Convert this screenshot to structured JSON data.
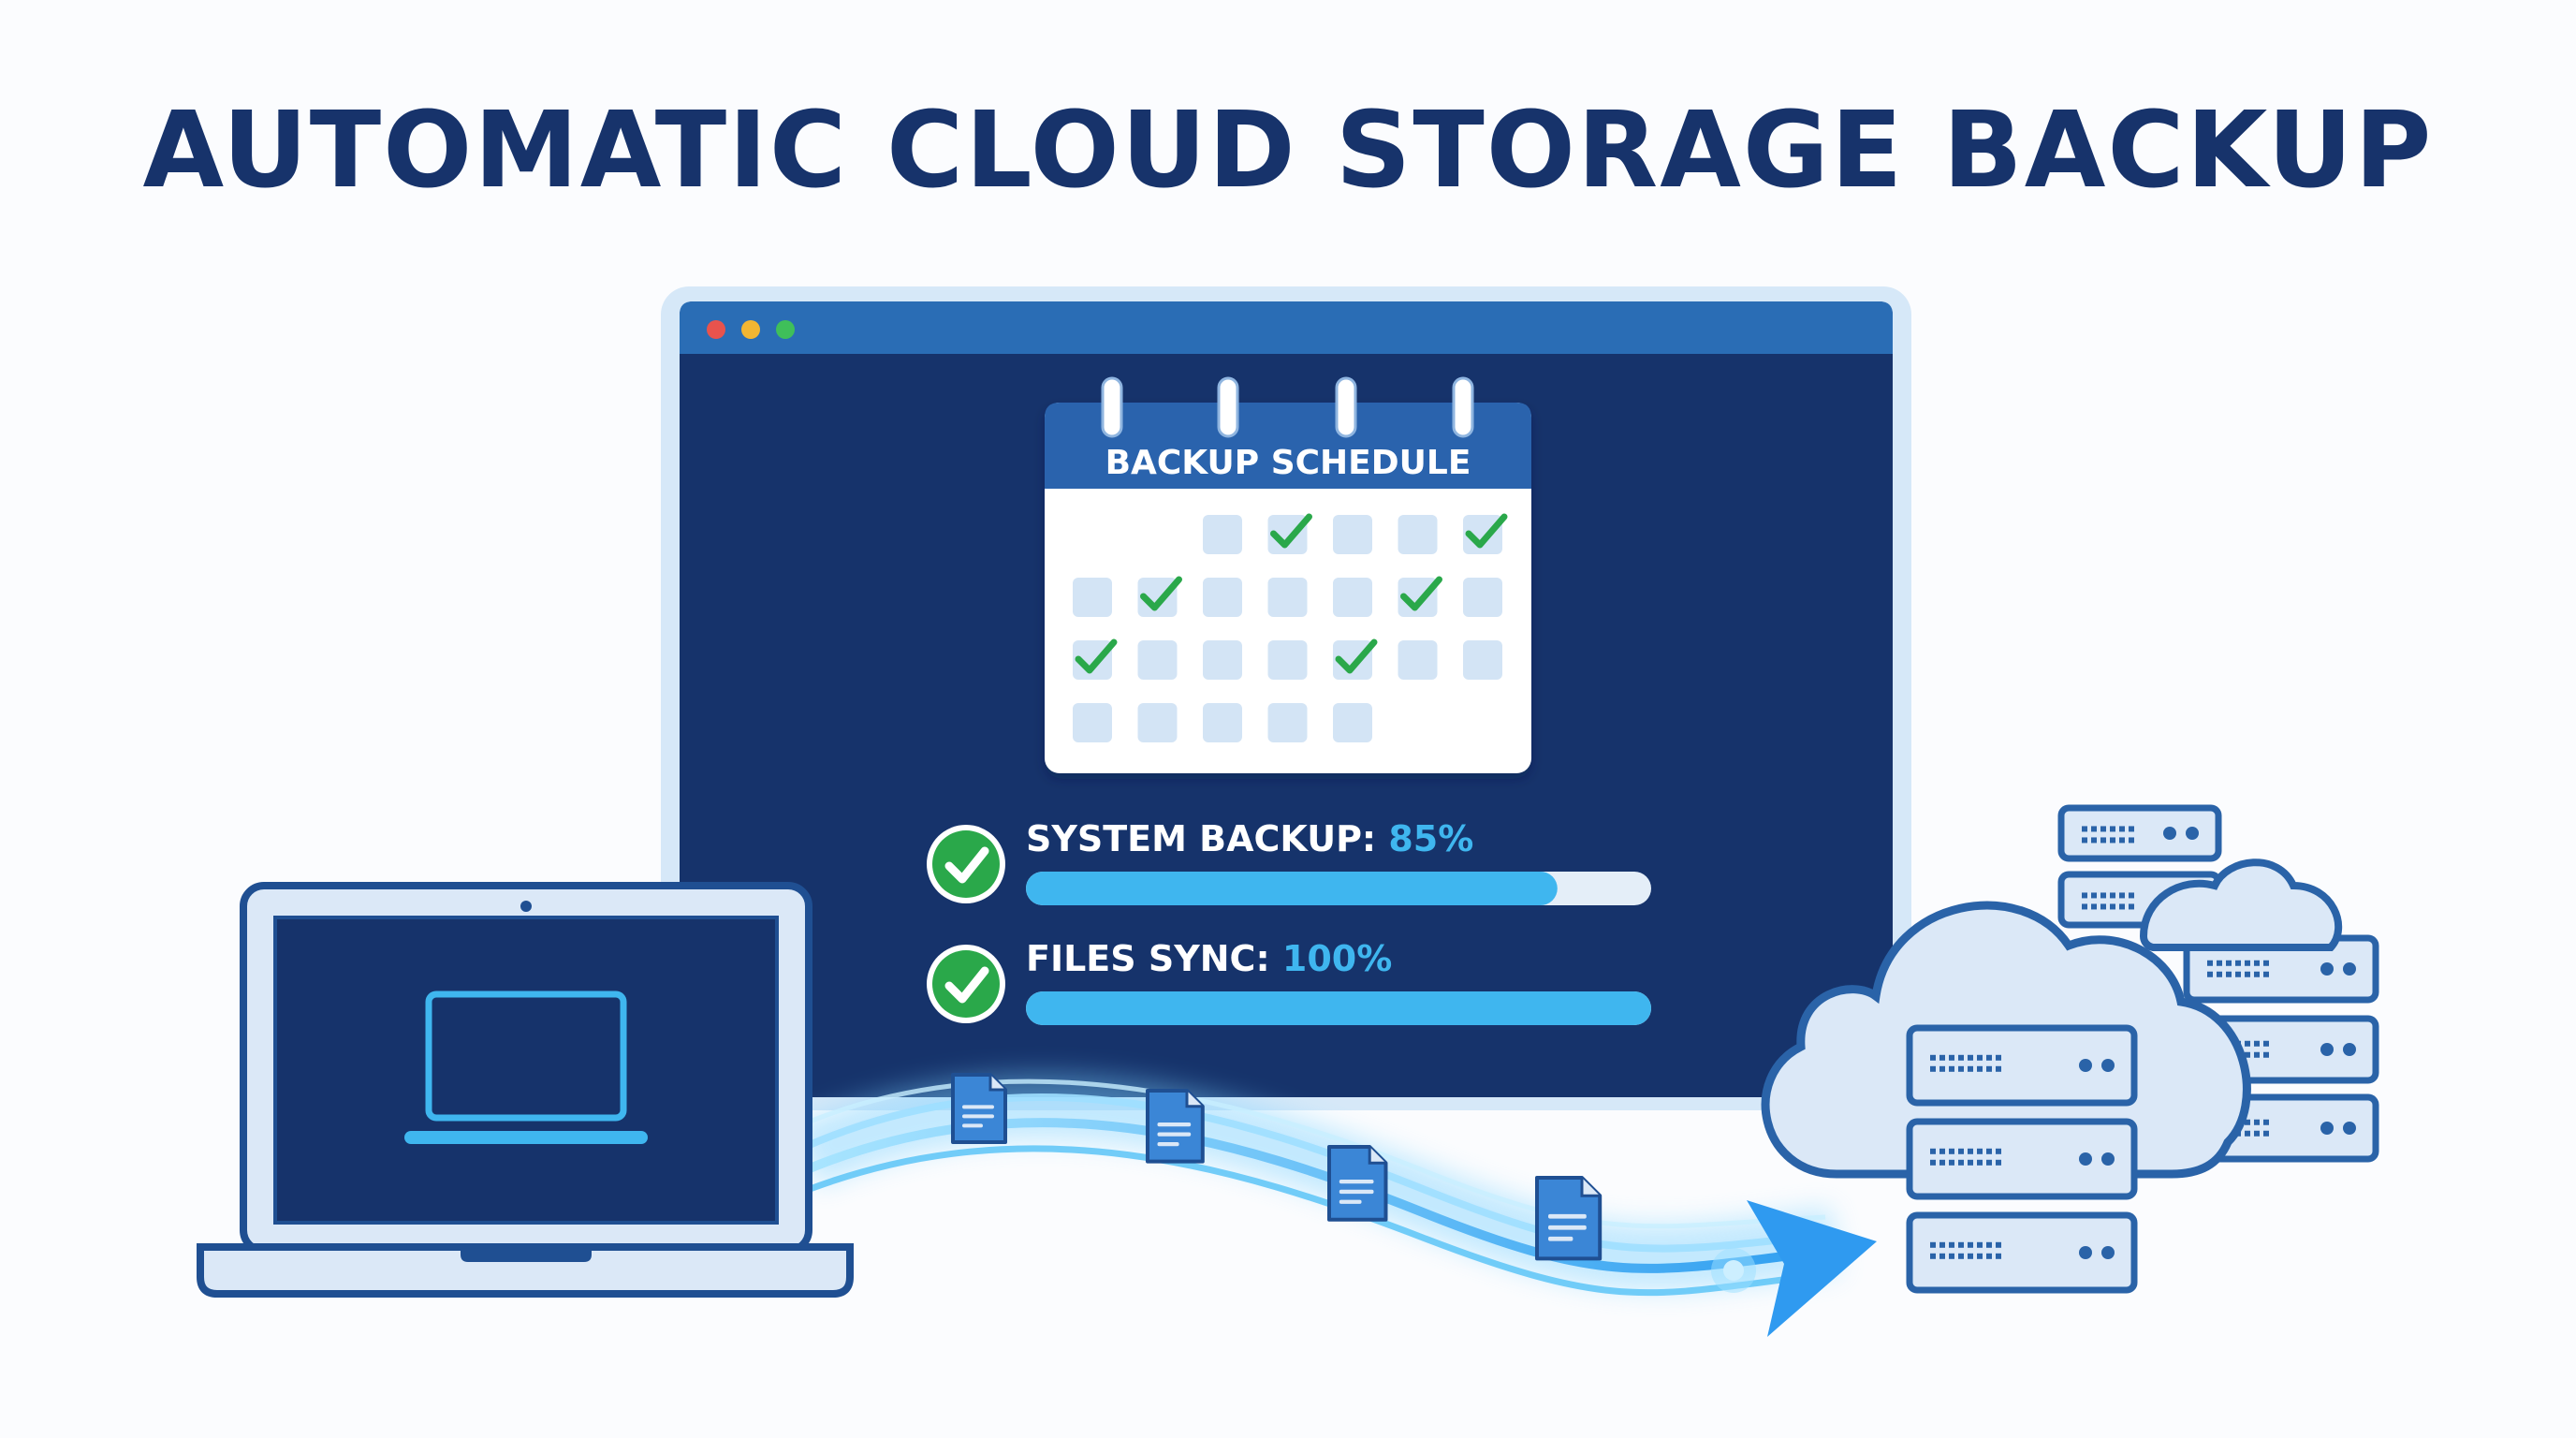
{
  "title": "AUTOMATIC CLOUD STORAGE BACKUP",
  "calendar": {
    "header": "BACKUP SCHEDULE",
    "rows": [
      [
        null,
        null,
        false,
        true,
        false,
        false,
        true
      ],
      [
        false,
        true,
        false,
        false,
        false,
        true,
        false
      ],
      [
        true,
        false,
        false,
        false,
        true,
        false,
        false
      ],
      [
        false,
        false,
        false,
        false,
        false,
        null,
        null
      ]
    ]
  },
  "progress": [
    {
      "label": "SYSTEM BACKUP:",
      "value_text": "85%",
      "value": 0.85
    },
    {
      "label": "FILES SYNC:",
      "value_text": "100%",
      "value": 1.0
    }
  ],
  "icons": {
    "status": "check-circle-icon",
    "device": "laptop-icon",
    "file": "document-icon",
    "cloud": "cloud-icon",
    "server": "server-rack-icon",
    "calendar": "calendar-icon"
  },
  "colors": {
    "navy": "#17336b",
    "screen": "#16336b",
    "titlebar": "#2a6db5",
    "accent": "#3fb6ef",
    "check": "#2aa84a",
    "outline": "#2a63a8",
    "light": "#dbe8f7"
  }
}
